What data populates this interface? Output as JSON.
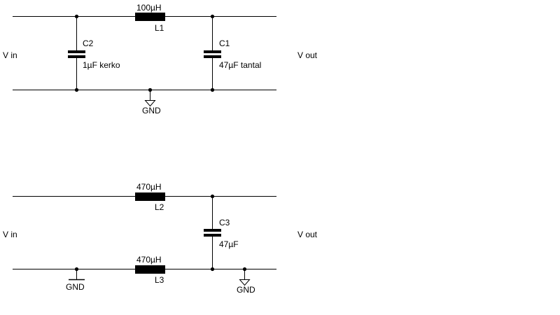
{
  "circuit_a": {
    "vin": "V in",
    "vout": "V out",
    "c2_ref": "C2",
    "c2_value": "1µF kerko",
    "l1_value": "100µH",
    "l1_ref": "L1",
    "c1_ref": "C1",
    "c1_value": "47µF tantal",
    "gnd": "GND"
  },
  "circuit_b": {
    "vin": "V in",
    "vout": "V out",
    "l2_value": "470µH",
    "l2_ref": "L2",
    "c3_ref": "C3",
    "c3_value": "47µF",
    "l3_value": "470µH",
    "l3_ref": "L3",
    "gnd_left": "GND",
    "gnd_right": "GND"
  }
}
